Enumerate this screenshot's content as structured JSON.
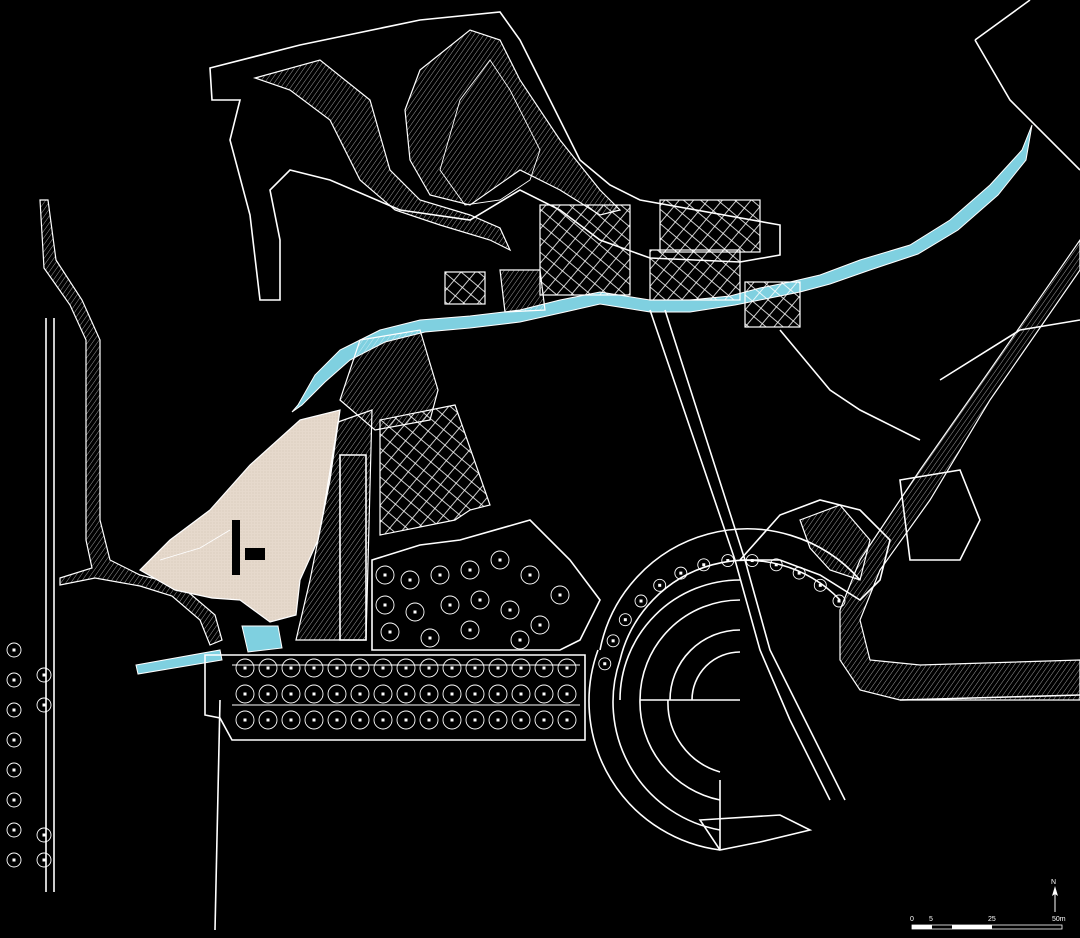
{
  "map": {
    "background": "#000000",
    "line_color": "#ffffff",
    "water_color": "#7fd0e0",
    "plaza_color": "#e6d9cc",
    "features": [
      "river-channel",
      "central-plaza",
      "tree-grid",
      "semicircular-amphitheater",
      "road-network",
      "building-blocks"
    ]
  },
  "north_arrow": {
    "label": "N"
  },
  "scale_bar": {
    "ticks": [
      "0",
      "5",
      "25",
      "50m"
    ]
  }
}
